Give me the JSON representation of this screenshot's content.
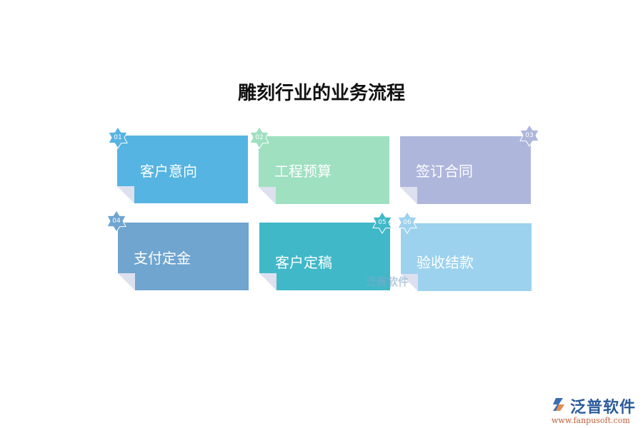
{
  "title": "雕刻行业的业务流程",
  "steps": [
    {
      "num": "01",
      "label": "客户意向",
      "color": "#56b4e2",
      "star": "#56b4e2"
    },
    {
      "num": "02",
      "label": "工程预算",
      "color": "#9ee0c0",
      "star": "#9ee0c0"
    },
    {
      "num": "03",
      "label": "签订合同",
      "color": "#aeb6dc",
      "star": "#aeb6dc"
    },
    {
      "num": "04",
      "label": "支付定金",
      "color": "#6fa5cf",
      "star": "#6fa5cf"
    },
    {
      "num": "05",
      "label": "客户定稿",
      "color": "#40b8c8",
      "star": "#40b8c8"
    },
    {
      "num": "06",
      "label": "验收结款",
      "color": "#9cd2ee",
      "star": "#9cd2ee"
    }
  ],
  "watermark": "泛普软件",
  "logo": {
    "name": "泛普软件",
    "url": "www.fanpusoft.com"
  }
}
